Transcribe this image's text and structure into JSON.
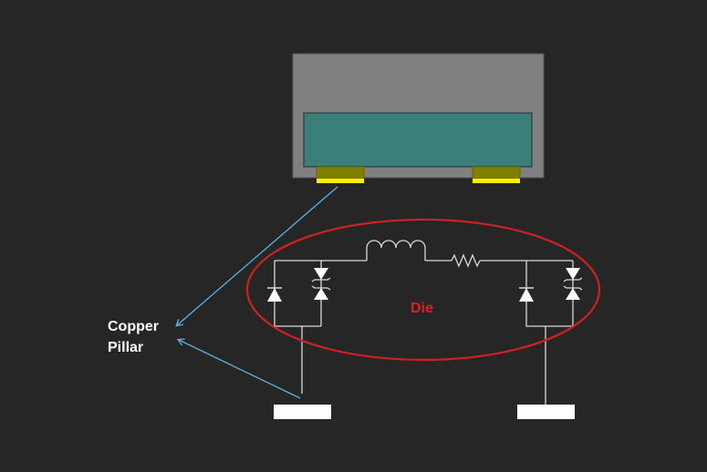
{
  "labels": {
    "copper_pillar_line1": "Copper",
    "copper_pillar_line2": "Pillar",
    "die": "Die"
  },
  "colors": {
    "background": "#262626",
    "package_body": "#808080",
    "die_body": "#3a7f7a",
    "pillar": "#7f7f00",
    "pillar_pad": "#ffee00",
    "circuit_line": "#d9d9d9",
    "ellipse": "#cc2222",
    "arrow": "#5ab4e6",
    "label_text": "#ffffff",
    "die_text": "#e02020",
    "pad": "#ffffff"
  }
}
